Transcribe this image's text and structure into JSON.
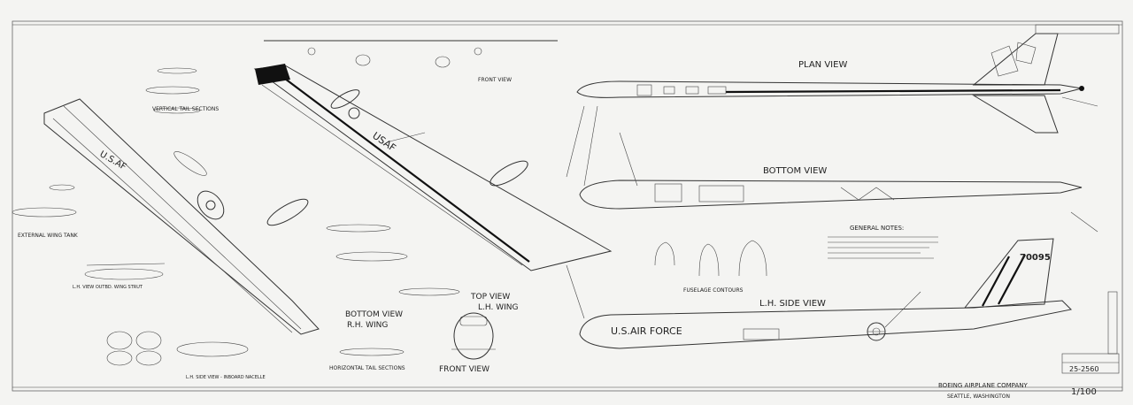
{
  "drawing": {
    "views": {
      "plan_view": "PLAN VIEW",
      "bottom_view": "BOTTOM VIEW",
      "lh_side_view": "L.H. SIDE VIEW",
      "front_view": "FRONT VIEW",
      "top_view_lh_wing": "TOP VIEW",
      "lh_wing": "L.H. WING",
      "bottom_view_rh_wing": "BOTTOM VIEW",
      "rh_wing": "R.H. WING",
      "front_view_small": "FRONT VIEW"
    },
    "sections": {
      "vertical_tail": "VERTICAL TAIL SECTIONS",
      "external_wing_tank": "EXTERNAL WING TANK",
      "outboard_strut": "L.H. VIEW OUTBD. WING STRUT",
      "fuselage_contours": "FUSELAGE CONTOURS",
      "horizontal_tail": "HORIZONTAL TAIL SECTIONS",
      "side_view_nacelle": "L.H. SIDE VIEW - INBOARD NACELLE"
    },
    "general_notes": "GENERAL NOTES:",
    "markings": {
      "fuselage_text": "U.S.AIR FORCE",
      "tail_number": "70095"
    },
    "title_block": {
      "drawing_number": "25-2560"
    },
    "stamp": {
      "company": "BOEING AIRPLANE COMPANY",
      "city": "SEATTLE, WASHINGTON",
      "handwritten_mark": "1/100"
    },
    "colors": {
      "paper": "#f4f4f2",
      "ink": "#222222",
      "black_fill": "#111111"
    }
  }
}
